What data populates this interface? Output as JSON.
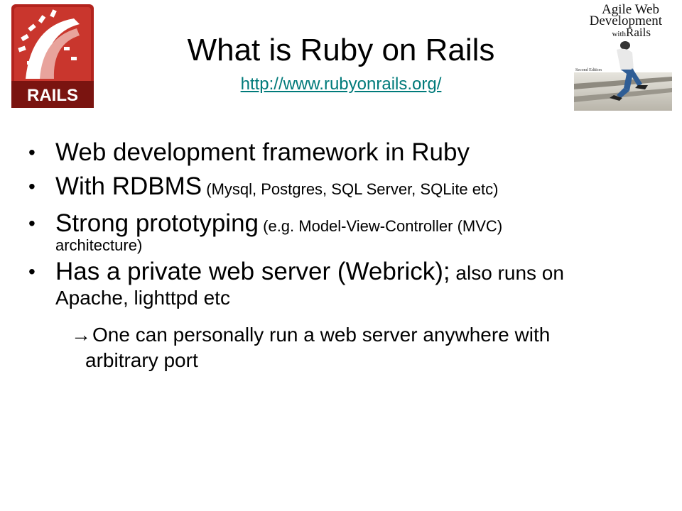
{
  "slide": {
    "title": "What is Ruby on Rails",
    "link": "http://www.rubyonrails.org/",
    "logo_text": "RAILS",
    "book": {
      "title_line1": "Agile Web",
      "title_line2": "Development",
      "title_with": "with",
      "title_rails": "Rails",
      "edition": "Second Edition"
    },
    "bullets": [
      {
        "main": "Web development framework in Ruby",
        "detail": ""
      },
      {
        "main": "With RDBMS",
        "detail": " (Mysql, Postgres, SQL Server, SQLite etc)"
      },
      {
        "main": "Strong prototyping",
        "detail": " (e.g. Model-View-Controller (MVC)",
        "detail2": "architecture)"
      },
      {
        "main": "Has a private web server (Webrick);",
        "detail": " also runs on",
        "detail2": "Apache, lighttpd etc"
      }
    ],
    "sub_bullet": {
      "arrow": "→",
      "line1": "One can personally run a web server anywhere with",
      "line2": "arbitrary port"
    },
    "colors": {
      "link": "#007a7a",
      "logo_red": "#b3231d",
      "logo_dark": "#7a1410"
    }
  }
}
